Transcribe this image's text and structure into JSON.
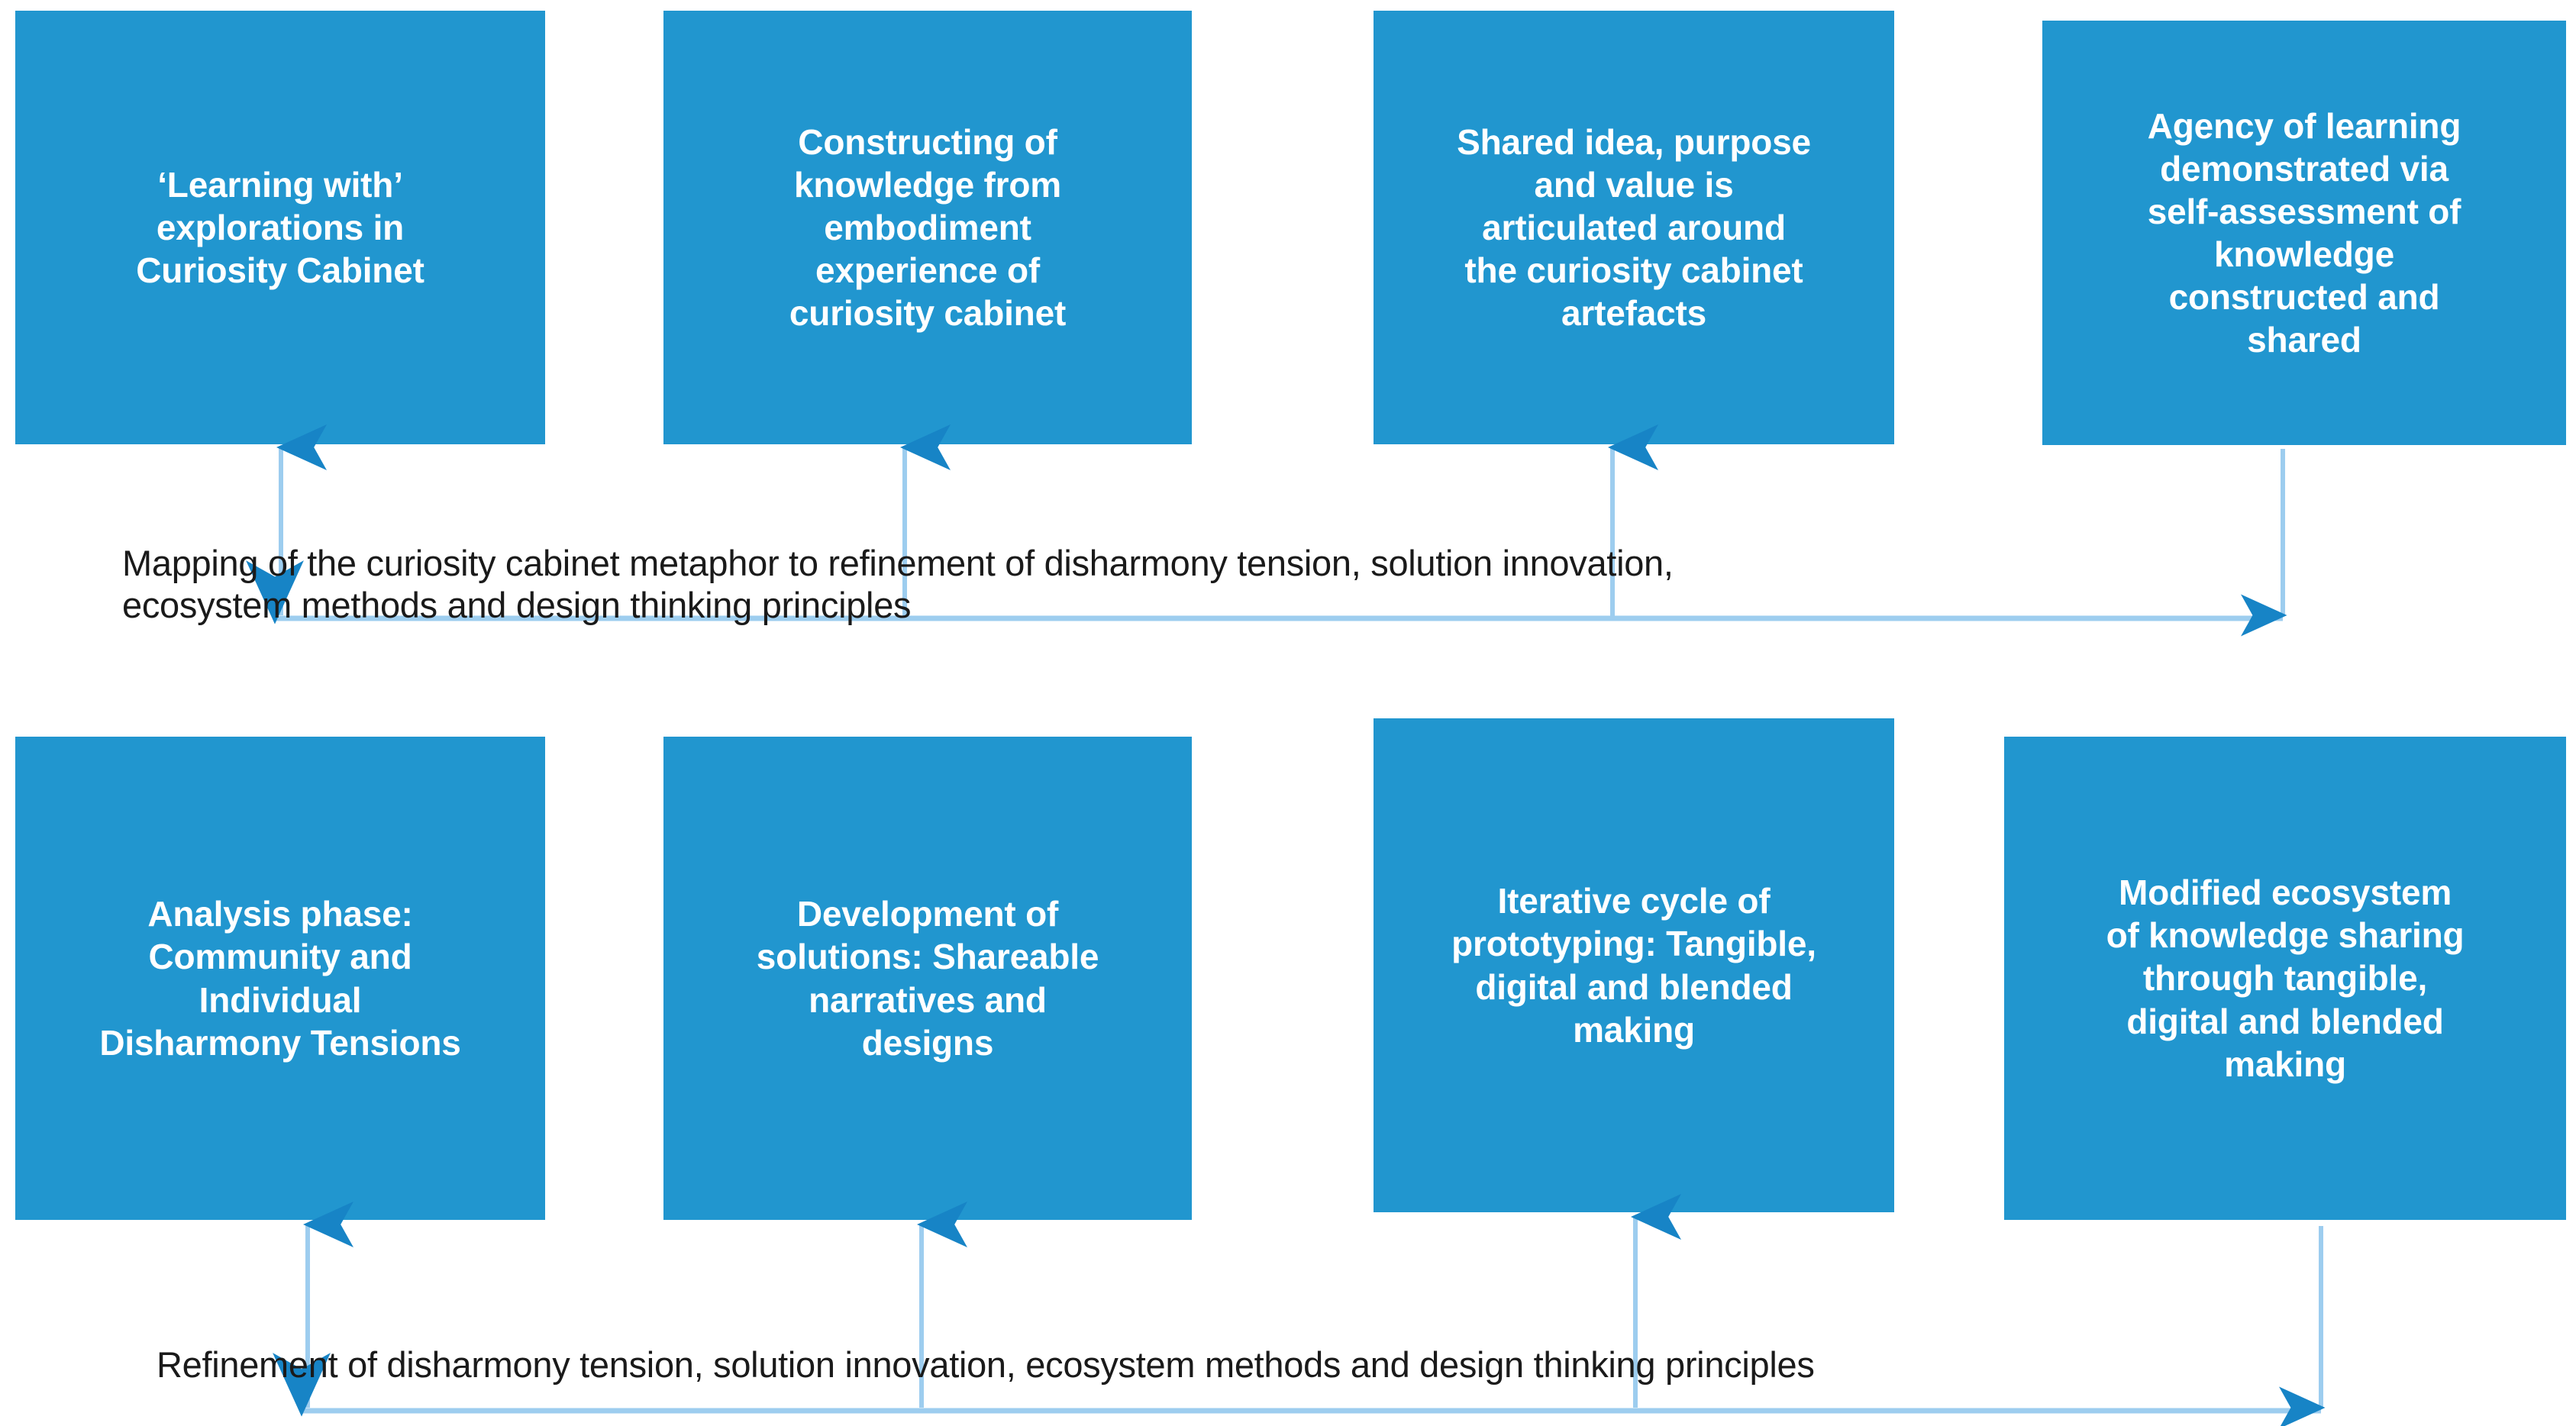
{
  "diagram": {
    "title": "Mapping of the curiosity cabinet metaphor to the design research process",
    "accent_color": "#2196cf",
    "connector_color": "#9dcdef",
    "text_color_on_node": "#ffffff",
    "label_color": "#1a1a1a",
    "background": "#ffffff",
    "rows": [
      {
        "id": "outcomes-row",
        "nodes": [
          {
            "id": "learning-with-explorations",
            "label": "‘Learning with’\nexplorations in\nCuriosity Cabinet"
          },
          {
            "id": "constructing-knowledge",
            "label": "Constructing of\nknowledge from\nembodiment\nexperience of\ncuriosity cabinet"
          },
          {
            "id": "shared-idea-purpose-value",
            "label": "Shared idea, purpose\nand value is\narticulated around\nthe curiosity cabinet\nartefacts"
          },
          {
            "id": "agency-of-learning",
            "label": "Agency of learning\ndemonstrated via\nself-assessment of\nknowledge\nconstructed and\nshared"
          }
        ],
        "rail_label": "Mapping of the curiosity cabinet metaphor to refinement of disharmony tension, solution innovation,\necosystem methods and design thinking principles"
      },
      {
        "id": "process-row",
        "nodes": [
          {
            "id": "analysis-phase",
            "label": "Analysis phase:\nCommunity and\nIndividual\nDisharmony  Tensions"
          },
          {
            "id": "development-of-solutions",
            "label": "Development of\nsolutions: Shareable\nnarratives and\ndesigns"
          },
          {
            "id": "iterative-prototyping",
            "label": "Iterative cycle of\nprototyping: Tangible,\ndigital and blended\nmaking"
          },
          {
            "id": "modified-ecosystem",
            "label": "Modified ecosystem\nof knowledge sharing\nthrough tangible,\ndigital and blended\nmaking"
          }
        ],
        "rail_label": "Refinement of disharmony tension, solution innovation, ecosystem methods and design thinking principles"
      }
    ]
  }
}
